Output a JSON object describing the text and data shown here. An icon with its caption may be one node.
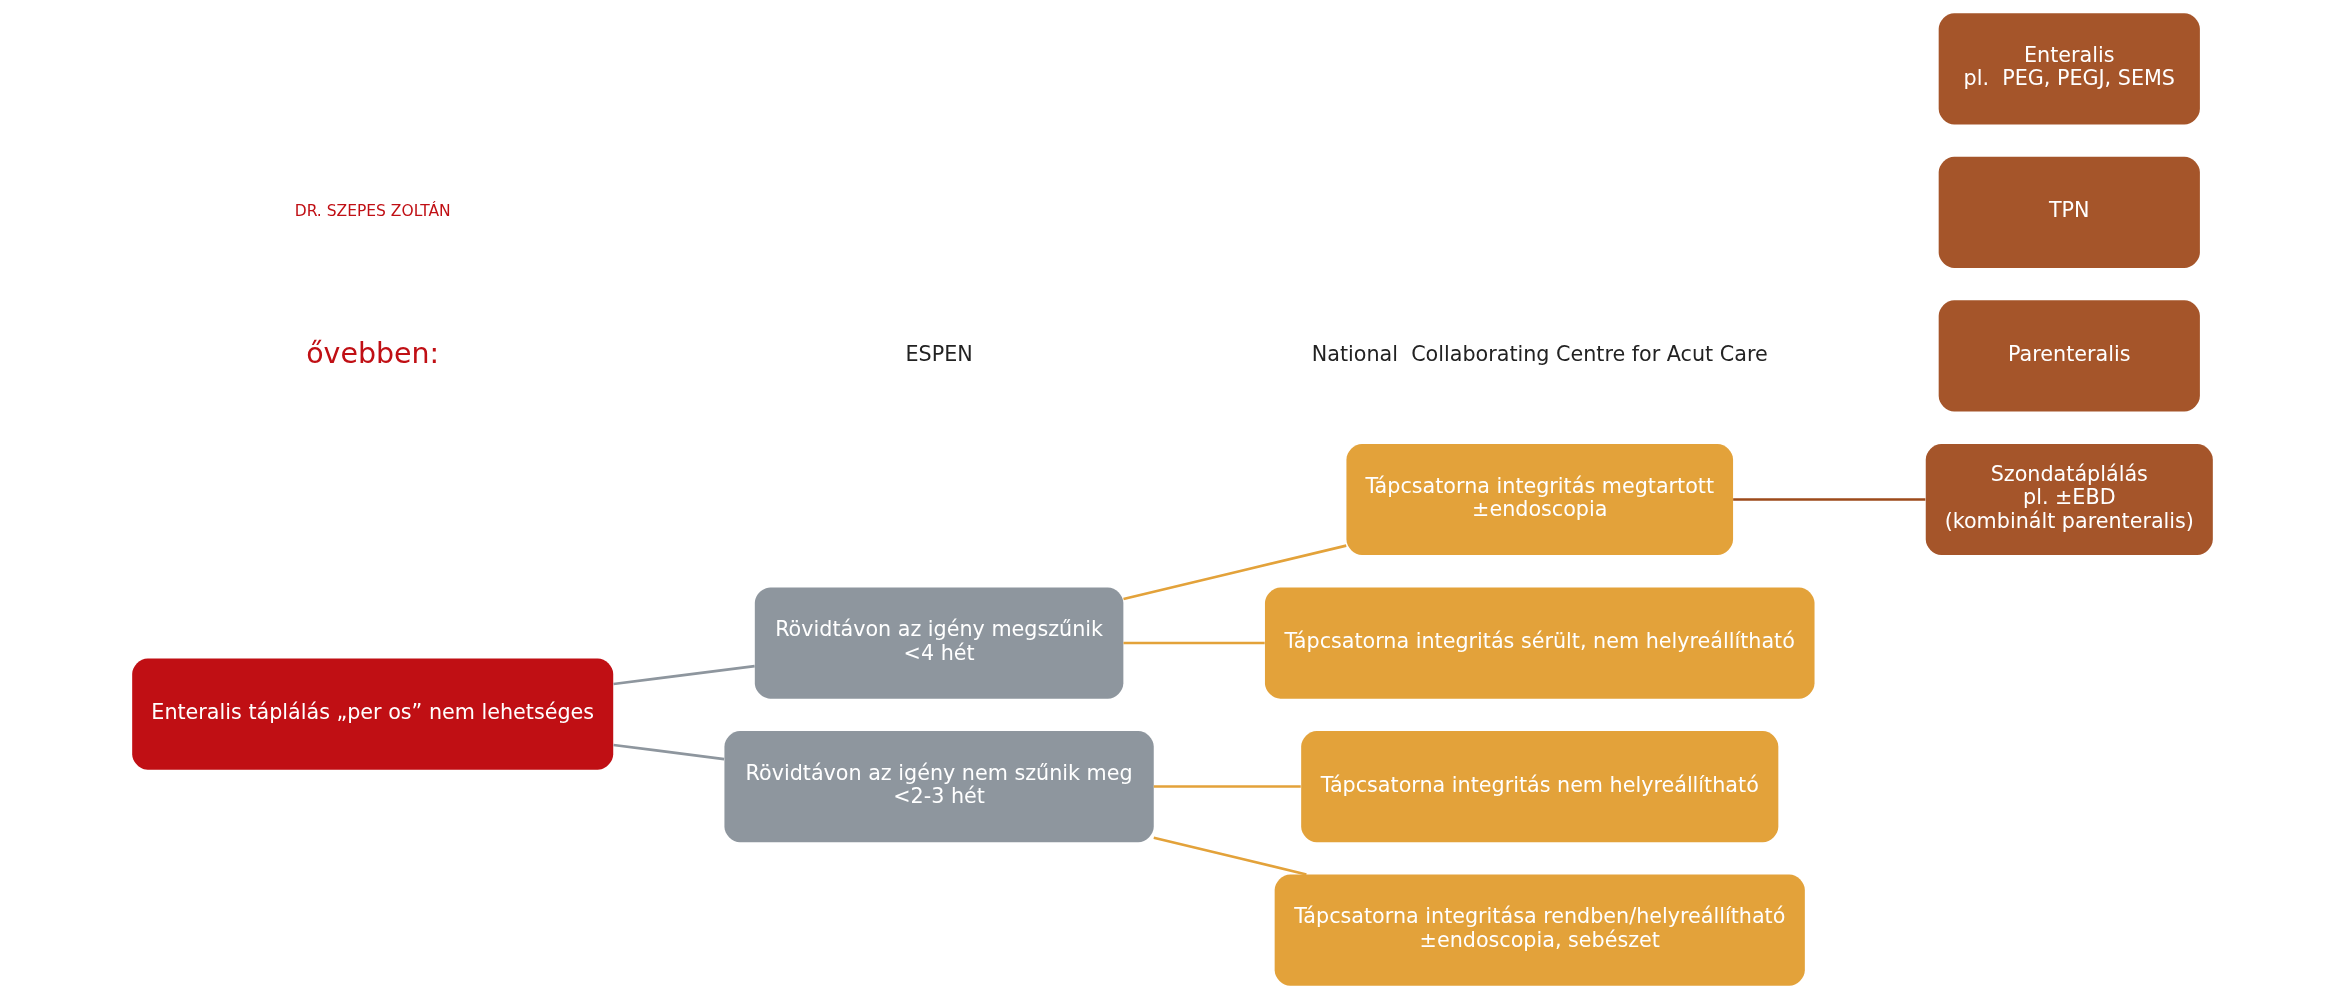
{
  "diagram": {
    "nodes": [
      {
        "text": [
          "Enteralis táplálás „per os” nem lehetséges"
        ]
      },
      {
        "text": [
          "Rövidtávon az igény megszűnik",
          "<4 hét"
        ]
      },
      {
        "text": [
          "Rövidtávon az igény nem szűnik meg",
          "<2-3 hét"
        ]
      },
      {
        "text": [
          "Tápcsatorna integritás megtartott",
          "±endoscopia"
        ]
      },
      {
        "text": [
          "Tápcsatorna integritás sérült, nem helyreállítható"
        ]
      },
      {
        "text": [
          "Tápcsatorna integritás nem helyreállítható"
        ]
      },
      {
        "text": [
          "Tápcsatorna integritása rendben/helyreállítható",
          "±endoscopia, sebészet"
        ]
      },
      {
        "text": [
          "Szondatáplálás",
          "pl. ±EBD",
          "(kombinált parenteralis)"
        ]
      },
      {
        "text": [
          "Parenteralis"
        ]
      },
      {
        "text": [
          "TPN"
        ]
      },
      {
        "text": [
          "Enteralis",
          "pl.  PEG, PEGJ, SEMS"
        ]
      }
    ],
    "edges": [
      {
        "from": 0,
        "to": 1,
        "arrow": "none",
        "color": "#8e969e"
      },
      {
        "from": 0,
        "to": 2,
        "arrow": "none",
        "color": "#8e969e"
      },
      {
        "from": 1,
        "to": 3,
        "arrow": "none"
      },
      {
        "from": 1,
        "to": 4,
        "arrow": "none"
      },
      {
        "from": 2,
        "to": 5,
        "arrow": "none"
      },
      {
        "from": 2,
        "to": 6,
        "arrow": "none"
      },
      {
        "from": 3,
        "to": 7,
        "arrow": "none",
        "color": "#9c4a1a"
      }
    ],
    "labels": [
      "ővebben:",
      "ESPEN",
      "National  Collaborating Centre for Acut Care",
      "DR. SZEPES ZOLTÁN"
    ]
  }
}
